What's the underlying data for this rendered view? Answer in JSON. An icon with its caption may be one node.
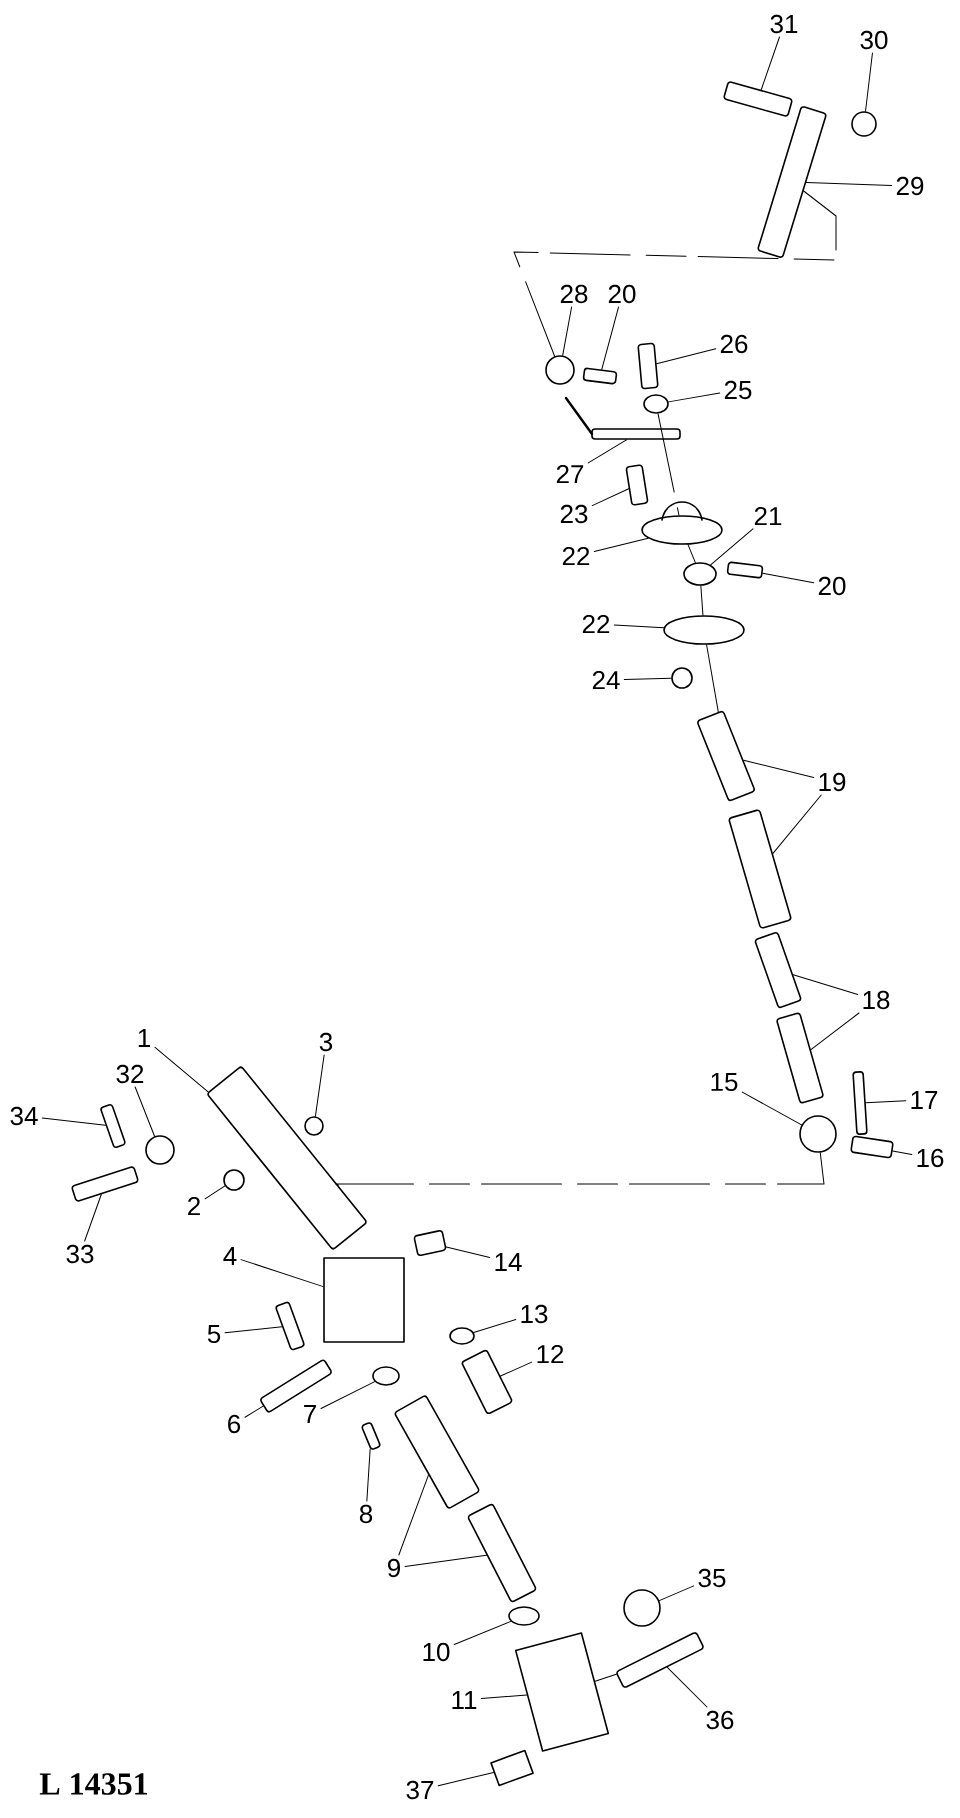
{
  "diagram": {
    "nodes": [
      {
        "text": [
          "31"
        ]
      },
      {
        "text": [
          "30"
        ]
      },
      {
        "text": [
          "29"
        ]
      },
      {
        "text": [
          "28"
        ]
      },
      {
        "text": [
          "20"
        ]
      },
      {
        "text": [
          "26"
        ]
      },
      {
        "text": [
          "25"
        ]
      },
      {
        "text": [
          "27"
        ]
      },
      {
        "text": [
          "23"
        ]
      },
      {
        "text": [
          "22"
        ]
      },
      {
        "text": [
          "21"
        ]
      },
      {
        "text": [
          "20"
        ]
      },
      {
        "text": [
          "22"
        ]
      },
      {
        "text": [
          "24"
        ]
      },
      {
        "text": [
          "19"
        ]
      },
      {
        "text": [
          "18"
        ]
      },
      {
        "text": [
          "15"
        ]
      },
      {
        "text": [
          "17"
        ]
      },
      {
        "text": [
          "16"
        ]
      },
      {
        "text": [
          "1"
        ]
      },
      {
        "text": [
          "3"
        ]
      },
      {
        "text": [
          "32"
        ]
      },
      {
        "text": [
          "34"
        ]
      },
      {
        "text": [
          "2"
        ]
      },
      {
        "text": [
          "33"
        ]
      },
      {
        "text": [
          "4"
        ]
      },
      {
        "text": [
          "14"
        ]
      },
      {
        "text": [
          "5"
        ]
      },
      {
        "text": [
          "13"
        ]
      },
      {
        "text": [
          "12"
        ]
      },
      {
        "text": [
          "6"
        ]
      },
      {
        "text": [
          "7"
        ]
      },
      {
        "text": [
          "8"
        ]
      },
      {
        "text": [
          "9"
        ]
      },
      {
        "text": [
          "10"
        ]
      },
      {
        "text": [
          "11"
        ]
      },
      {
        "text": [
          "35"
        ]
      },
      {
        "text": [
          "36"
        ]
      },
      {
        "text": [
          "37"
        ]
      },
      {
        "text": [],
        "shape": "bar"
      },
      {
        "text": [],
        "shape": "circle"
      },
      {
        "text": [],
        "shape": "bar"
      },
      {
        "text": [],
        "shape": "circle"
      },
      {
        "text": [],
        "shape": "bar"
      },
      {
        "text": [],
        "shape": "bar"
      },
      {
        "text": [],
        "shape": "ring"
      },
      {
        "text": [],
        "shape": "bar"
      },
      {
        "text": [],
        "shape": "bar"
      },
      {
        "text": [],
        "shape": "ring"
      },
      {
        "text": [],
        "shape": "ring"
      },
      {
        "text": [],
        "shape": "bar"
      },
      {
        "text": [],
        "shape": "ring"
      },
      {
        "text": [],
        "shape": "circle"
      },
      {
        "text": [],
        "shape": "bar"
      },
      {
        "text": [],
        "shape": "bar"
      },
      {
        "text": [],
        "shape": "bar"
      },
      {
        "text": [],
        "shape": "bar"
      },
      {
        "text": [],
        "shape": "circle"
      },
      {
        "text": [],
        "shape": "bar"
      },
      {
        "text": [],
        "shape": "bar"
      },
      {
        "text": [],
        "shape": "bar"
      },
      {
        "text": [],
        "shape": "circle"
      },
      {
        "text": [],
        "shape": "circle"
      },
      {
        "text": [],
        "shape": "bar"
      },
      {
        "text": [],
        "shape": "circle"
      },
      {
        "text": [],
        "shape": "bar"
      },
      {
        "text": [],
        "shape": "box"
      },
      {
        "text": [],
        "shape": "bar"
      },
      {
        "text": [],
        "shape": "bar"
      },
      {
        "text": [],
        "shape": "ring"
      },
      {
        "text": [],
        "shape": "bar"
      },
      {
        "text": [],
        "shape": "bar"
      },
      {
        "text": [],
        "shape": "ring"
      },
      {
        "text": [],
        "shape": "bar"
      },
      {
        "text": [],
        "shape": "bar"
      },
      {
        "text": [],
        "shape": "bar"
      },
      {
        "text": [],
        "shape": "ring"
      },
      {
        "text": [],
        "shape": "box"
      },
      {
        "text": [],
        "shape": "circle"
      },
      {
        "text": [],
        "shape": "bar"
      },
      {
        "text": [],
        "shape": "box"
      }
    ],
    "edges": [
      {
        "from": 0,
        "to": 39,
        "arrow": "none"
      },
      {
        "from": 1,
        "to": 40,
        "arrow": "none"
      },
      {
        "from": 2,
        "to": 41,
        "arrow": "none"
      },
      {
        "from": 3,
        "to": 42,
        "arrow": "none"
      },
      {
        "from": 4,
        "to": 43,
        "arrow": "none"
      },
      {
        "from": 5,
        "to": 44,
        "arrow": "none"
      },
      {
        "from": 6,
        "to": 45,
        "arrow": "none"
      },
      {
        "from": 7,
        "to": 46,
        "arrow": "none"
      },
      {
        "from": 8,
        "to": 47,
        "arrow": "none"
      },
      {
        "from": 9,
        "to": 48,
        "arrow": "none"
      },
      {
        "from": 10,
        "to": 49,
        "arrow": "none"
      },
      {
        "from": 11,
        "to": 50,
        "arrow": "none"
      },
      {
        "from": 12,
        "to": 51,
        "arrow": "none"
      },
      {
        "from": 13,
        "to": 52,
        "arrow": "none"
      },
      {
        "from": 14,
        "to": 53,
        "arrow": "none"
      },
      {
        "from": 14,
        "to": 54,
        "arrow": "none"
      },
      {
        "from": 15,
        "to": 55,
        "arrow": "none"
      },
      {
        "from": 15,
        "to": 56,
        "arrow": "none"
      },
      {
        "from": 16,
        "to": 57,
        "arrow": "none"
      },
      {
        "from": 17,
        "to": 58,
        "arrow": "none"
      },
      {
        "from": 18,
        "to": 59,
        "arrow": "none"
      },
      {
        "from": 19,
        "to": 60,
        "arrow": "none"
      },
      {
        "from": 20,
        "to": 61,
        "arrow": "none"
      },
      {
        "from": 21,
        "to": 62,
        "arrow": "none"
      },
      {
        "from": 22,
        "to": 63,
        "arrow": "none"
      },
      {
        "from": 23,
        "to": 64,
        "arrow": "none"
      },
      {
        "from": 24,
        "to": 65,
        "arrow": "none"
      },
      {
        "from": 25,
        "to": 66,
        "arrow": "none"
      },
      {
        "from": 26,
        "to": 67,
        "arrow": "none"
      },
      {
        "from": 27,
        "to": 68,
        "arrow": "none"
      },
      {
        "from": 28,
        "to": 69,
        "arrow": "none"
      },
      {
        "from": 29,
        "to": 70,
        "arrow": "none"
      },
      {
        "from": 30,
        "to": 71,
        "arrow": "none"
      },
      {
        "from": 31,
        "to": 72,
        "arrow": "none"
      },
      {
        "from": 32,
        "to": 73,
        "arrow": "none"
      },
      {
        "from": 33,
        "to": 74,
        "arrow": "none"
      },
      {
        "from": 33,
        "to": 75,
        "arrow": "none"
      },
      {
        "from": 34,
        "to": 76,
        "arrow": "none"
      },
      {
        "from": 35,
        "to": 77,
        "arrow": "none"
      },
      {
        "from": 36,
        "to": 78,
        "arrow": "none"
      },
      {
        "from": 37,
        "to": 79,
        "arrow": "none"
      },
      {
        "from": 38,
        "to": 80,
        "arrow": "none"
      },
      {
        "from": 42,
        "to": 41,
        "arrow": "none",
        "style": "dashed"
      },
      {
        "from": 60,
        "to": 57,
        "arrow": "none",
        "style": "dashed"
      },
      {
        "from": 45,
        "to": 48,
        "arrow": "none",
        "style": "dashed"
      },
      {
        "from": 48,
        "to": 49,
        "arrow": "none",
        "style": "dashed"
      },
      {
        "from": 49,
        "to": 51,
        "arrow": "none",
        "style": "dashed"
      },
      {
        "from": 51,
        "to": 53,
        "arrow": "none",
        "style": "dashed"
      },
      {
        "from": 77,
        "to": 79,
        "arrow": "none"
      }
    ],
    "labels": [
      "L 14351"
    ]
  }
}
